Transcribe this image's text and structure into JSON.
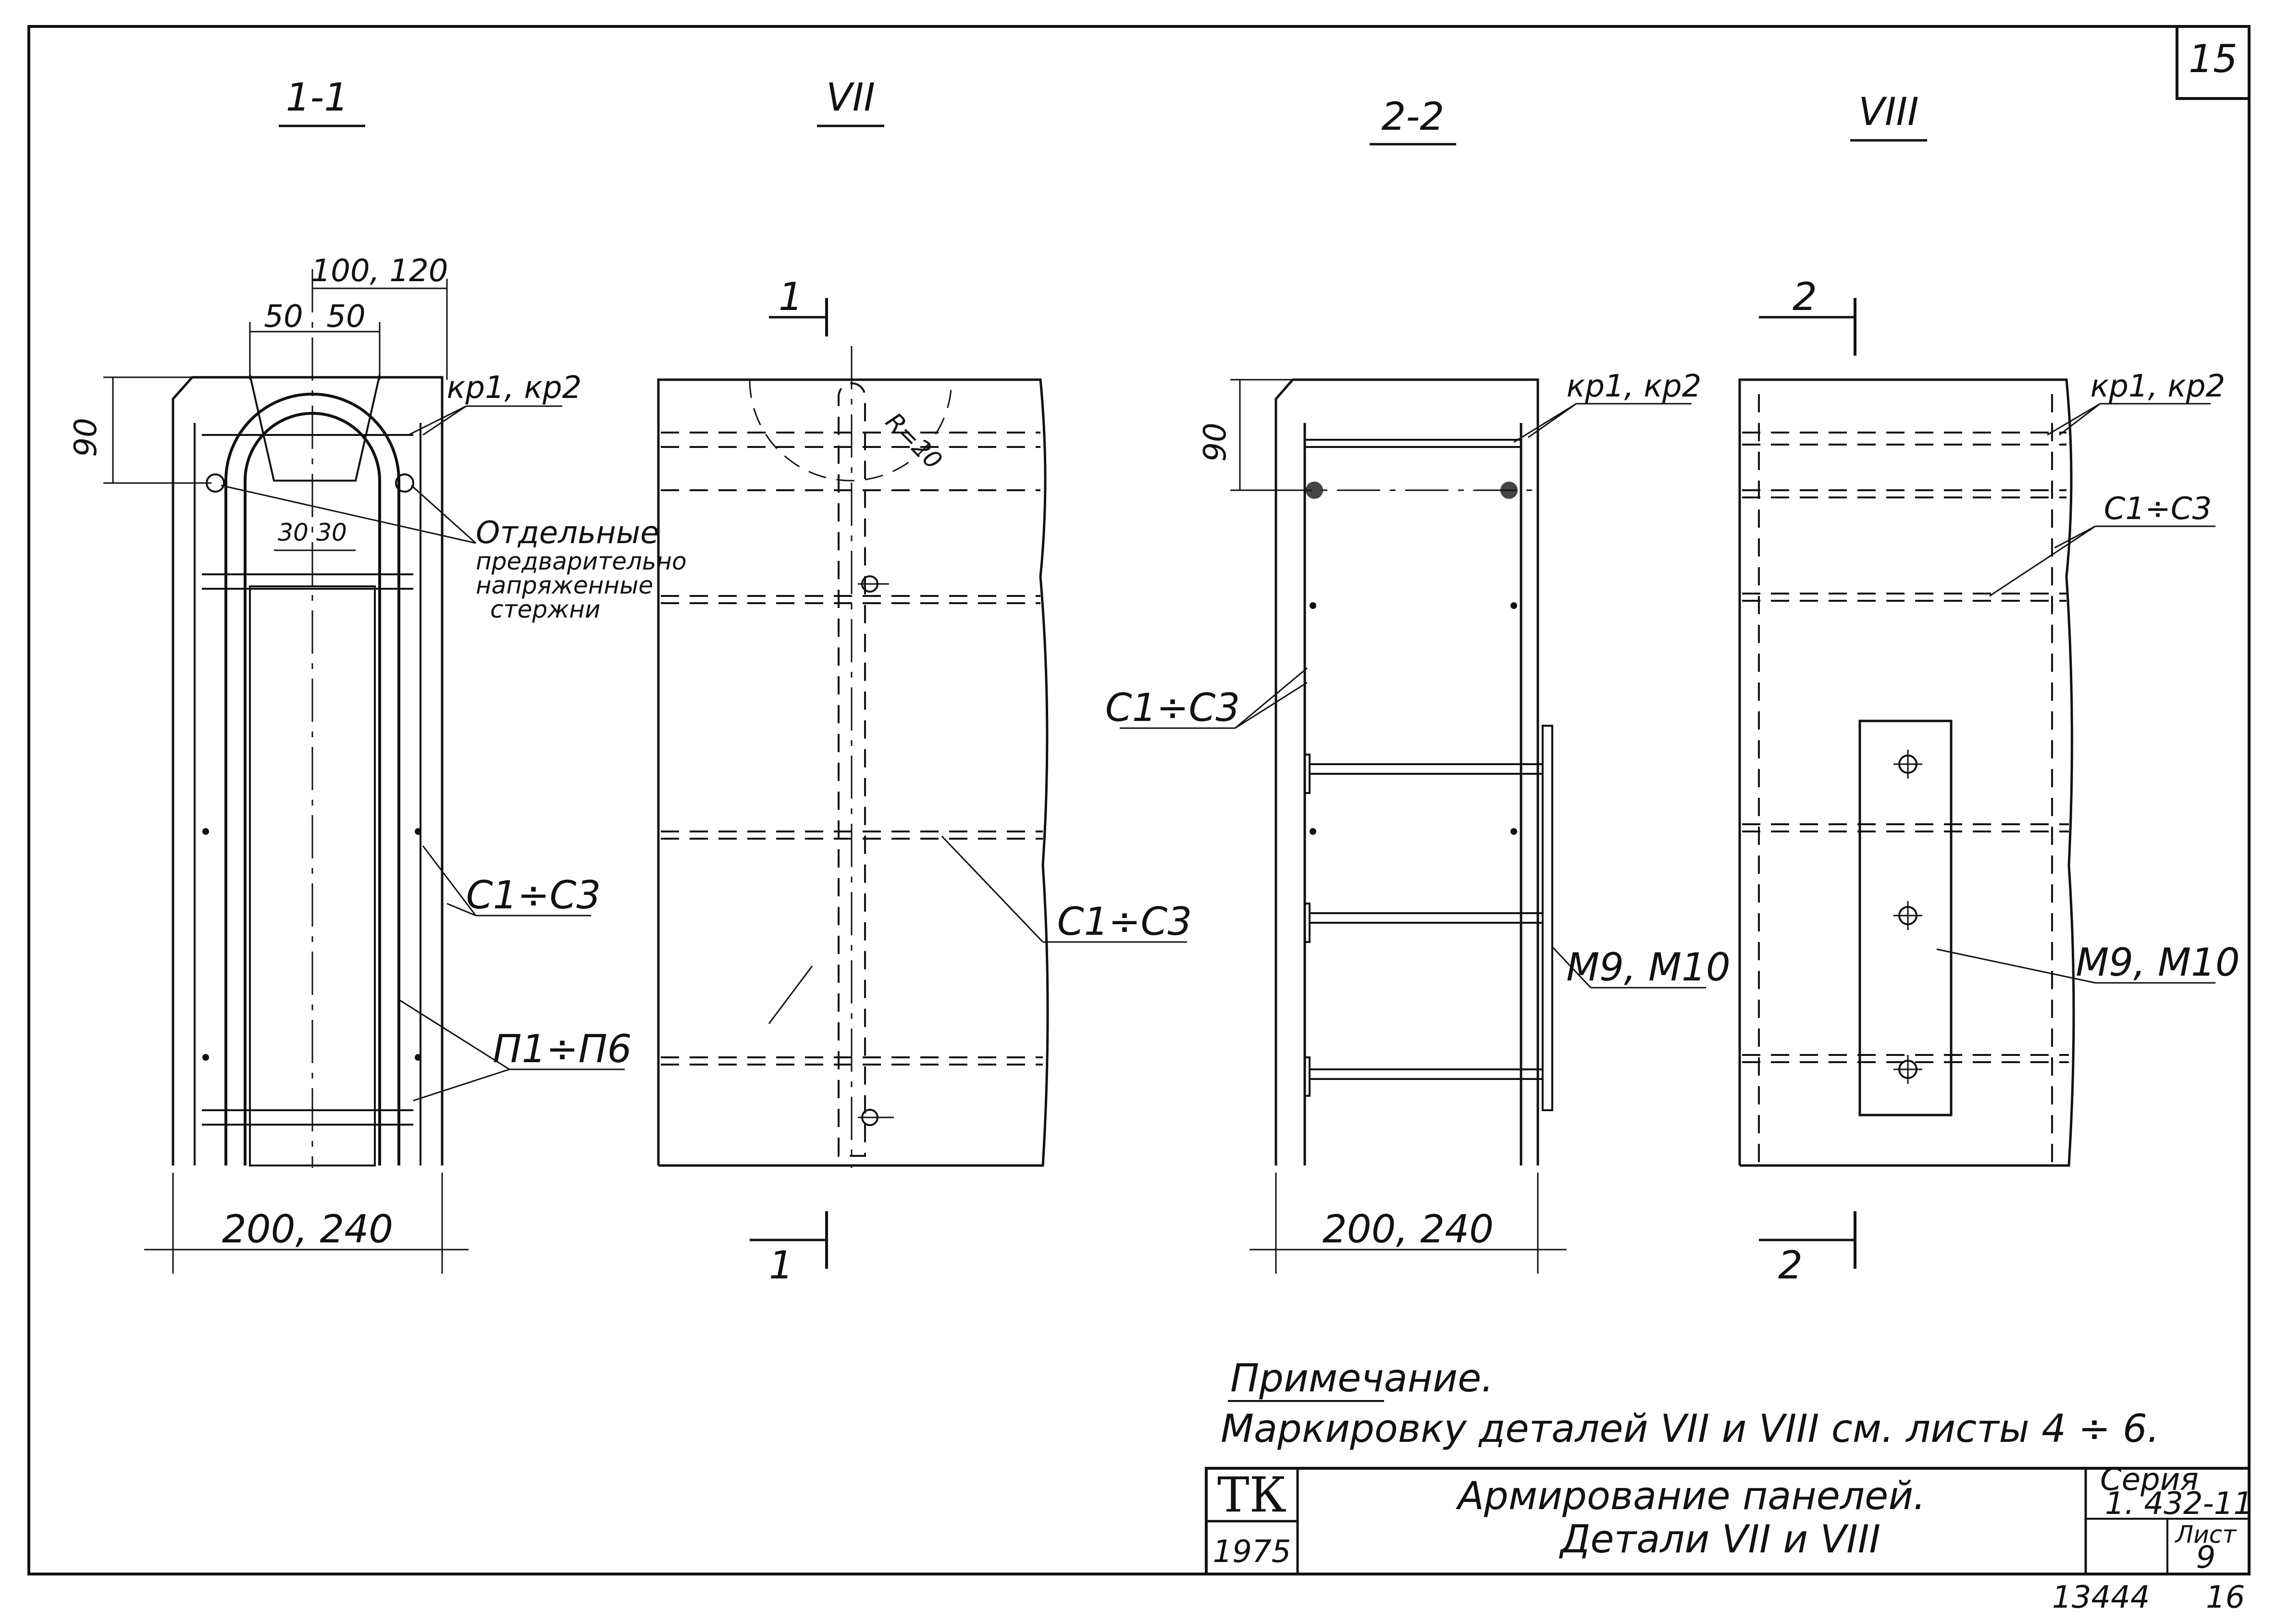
{
  "sheet": {
    "corner_number": "15",
    "archive_number": "13444",
    "archive_sheet": "16"
  },
  "views": {
    "v1": {
      "title": "1-1",
      "dim_top": "100, 120",
      "dim_50a": "50",
      "dim_50b": "50",
      "dim_90": "90",
      "dim_30a": "30",
      "dim_30b": "30",
      "dim_bottom": "200, 240",
      "lbl_kp": "кр1, кр2",
      "lbl_rods": [
        "Отдельные",
        "предварительно",
        "напряженные",
        "стержни"
      ],
      "lbl_c": "С1÷С3",
      "lbl_p": "П1÷П6"
    },
    "v2": {
      "title": "VII",
      "cut_top": "1",
      "cut_bottom": "1",
      "radius": "R=20",
      "lbl_c": "С1÷С3"
    },
    "v3": {
      "title": "2-2",
      "dim_90": "90",
      "lbl_kp": "кр1, кр2",
      "lbl_c": "С1÷С3",
      "lbl_m": "М9, М10",
      "dim_bottom": "200, 240"
    },
    "v4": {
      "title": "VIII",
      "cut_top": "2",
      "cut_bottom": "2",
      "lbl_kp": "кр1, кр2",
      "lbl_c": "С1÷С3",
      "lbl_m": "М9, М10"
    }
  },
  "note": {
    "heading": "Примечание.",
    "text": "Маркировку деталей VII и VIII см. листы 4 ÷ 6."
  },
  "title_block": {
    "org": "ТК",
    "year": "1975",
    "title_line1": "Армирование панелей.",
    "title_line2": "Детали VII и VIII",
    "series_label": "Серия",
    "series_value": "1. 432-11",
    "sheet_label": "Лист",
    "sheet_value": "9"
  }
}
